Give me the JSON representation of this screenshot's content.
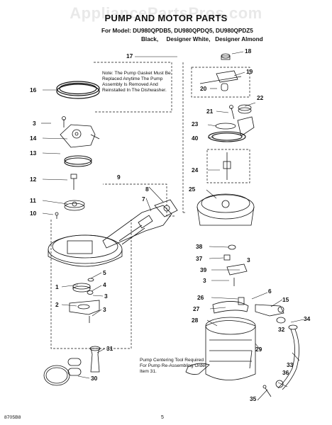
{
  "watermark": "AppliancePartsPros.com",
  "title": "PUMP AND MOTOR PARTS",
  "model_line": "For Model: DU980QPDB5, DU980QPDQ5, DU980QPDZ5",
  "color_line": "Black,     Designer White,   Designer Almond",
  "note_gasket": "Note: The Pump Gasket Must Be Replaced Anytime The Pump Assembly Is Removed And Reinstalled In The Dishwasher.",
  "note_tool": "Pump Centering Tool Required For Pump Re-Assembling Order Item 31.",
  "footer_code": "8705B8",
  "page_number": "5",
  "callouts": {
    "c1": "1",
    "c2": "2",
    "c3a": "3",
    "c3b": "3",
    "c3c": "3",
    "c3d": "3",
    "c3e": "3",
    "c4": "4",
    "c5": "5",
    "c6": "6",
    "c7": "7",
    "c8": "8",
    "c9": "9",
    "c10": "10",
    "c11": "11",
    "c12": "12",
    "c13": "13",
    "c14": "14",
    "c15": "15",
    "c16": "16",
    "c17": "17",
    "c18": "18",
    "c19": "19",
    "c20": "20",
    "c21": "21",
    "c22": "22",
    "c23": "23",
    "c24": "24",
    "c25": "25",
    "c26": "26",
    "c27": "27",
    "c28": "28",
    "c29": "29",
    "c30": "30",
    "c31": "31",
    "c32": "32",
    "c33": "33",
    "c34": "34",
    "c35": "35",
    "c36": "36",
    "c37": "37",
    "c38": "38",
    "c39": "39",
    "c40": "40"
  }
}
